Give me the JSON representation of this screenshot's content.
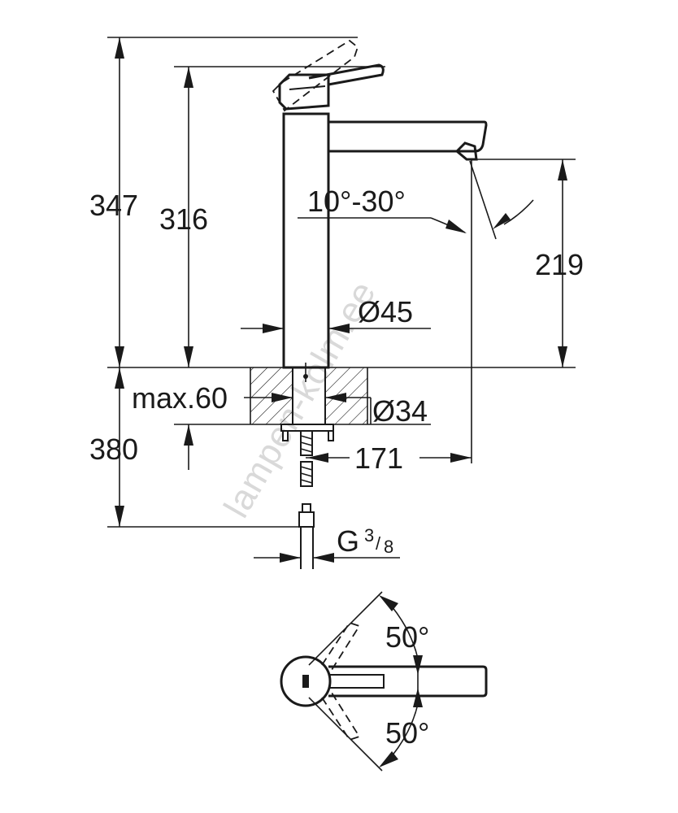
{
  "drawing": {
    "dimensions": {
      "total_height": "347",
      "spout_height": "316",
      "swivel_angle_range": "10°-30°",
      "outlet_height": "219",
      "body_diameter": "Ø45",
      "max_deck_thickness": "max.60",
      "hole_diameter": "Ø34",
      "hose_length": "380",
      "spout_projection": "171",
      "connection_thread_prefix": "G",
      "connection_thread_fraction_num": "3",
      "connection_thread_fraction_den": "8",
      "rotation_angle_upper": "50°",
      "rotation_angle_lower": "50°"
    },
    "watermark": "lampen-kolm.ee",
    "colors": {
      "ink": "#1a1a1a",
      "watermark": "#d9d9d9"
    }
  }
}
